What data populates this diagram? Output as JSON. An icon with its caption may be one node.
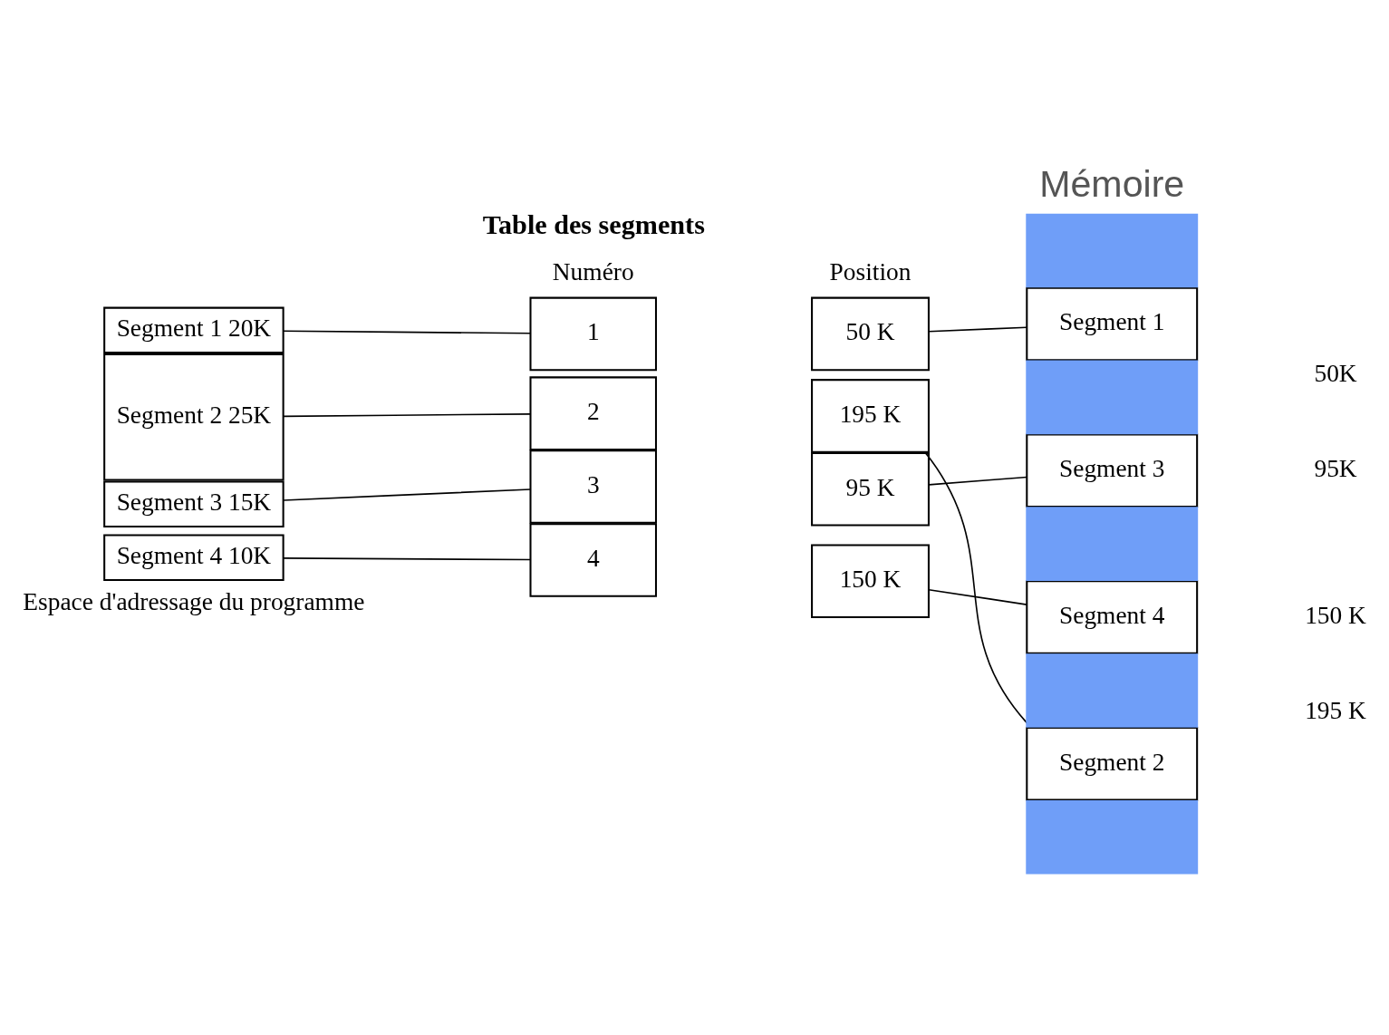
{
  "diagram": {
    "nodes": [
      {
        "text": [
          "Segment 1 20K"
        ]
      },
      {
        "text": [
          "Segment 2 25K"
        ]
      },
      {
        "text": [
          "Segment 3 15K"
        ]
      },
      {
        "text": [
          "Segment 4 10K"
        ]
      },
      {
        "text": [
          "1"
        ]
      },
      {
        "text": [
          "50 K"
        ]
      },
      {
        "text": [
          "2"
        ]
      },
      {
        "text": [
          "195 K"
        ]
      },
      {
        "text": [
          "3"
        ]
      },
      {
        "text": [
          "95 K"
        ]
      },
      {
        "text": [
          "4"
        ]
      },
      {
        "text": [
          "150 K"
        ]
      },
      {
        "text": [],
        "shape": "box"
      },
      {
        "text": [
          "Segment 1"
        ]
      },
      {
        "text": [],
        "shape": "box"
      },
      {
        "text": [
          "Segment 3"
        ]
      },
      {
        "text": [],
        "shape": "box"
      },
      {
        "text": [
          "Segment 4"
        ]
      },
      {
        "text": [],
        "shape": "box"
      },
      {
        "text": [
          "Segment 2"
        ]
      },
      {
        "text": [],
        "shape": "box"
      }
    ],
    "edges": [
      {
        "from": 0,
        "to": 4,
        "arrow": "none"
      },
      {
        "from": 1,
        "to": 6,
        "arrow": "none"
      },
      {
        "from": 2,
        "to": 8,
        "arrow": "none"
      },
      {
        "from": 3,
        "to": 10,
        "arrow": "none"
      },
      {
        "from": 5,
        "to": 13,
        "arrow": "none"
      },
      {
        "from": 7,
        "to": 19,
        "arrow": "none"
      },
      {
        "from": 9,
        "to": 15,
        "arrow": "none"
      },
      {
        "from": 11,
        "to": 17,
        "arrow": "none"
      }
    ],
    "labels": [
      "Mémoire",
      "Table des segments",
      "Numéro",
      "Position",
      "50K",
      "95K",
      "150 K",
      "195 K",
      "Espace d'adressage du programme"
    ]
  }
}
